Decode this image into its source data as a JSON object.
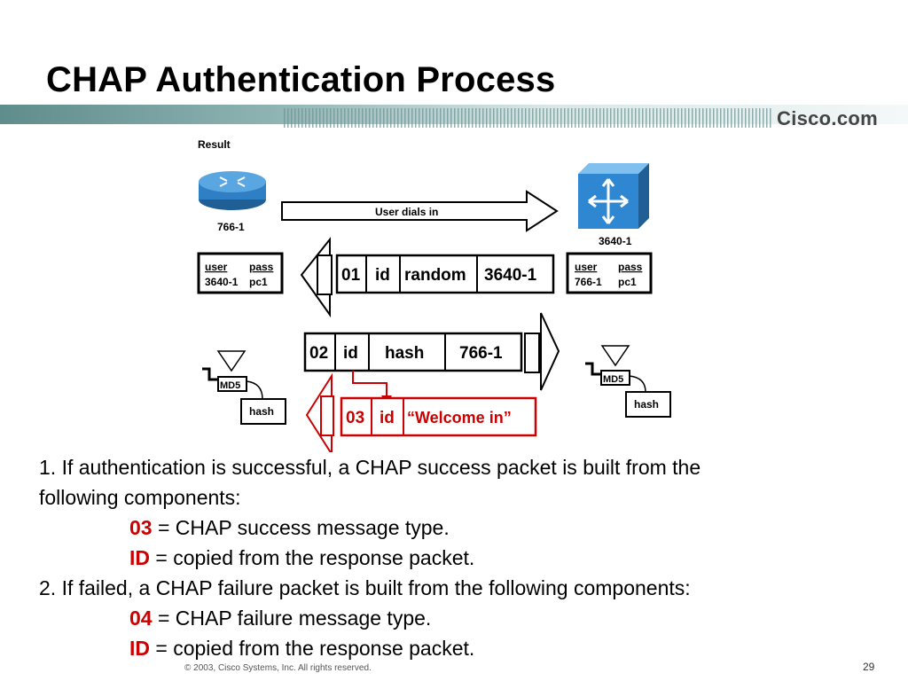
{
  "title": "CHAP Authentication Process",
  "logo": "Cisco.com",
  "diagram": {
    "result_label": "Result",
    "router_left": "766-1",
    "router_right": "3640-1",
    "dial_label": "User dials in",
    "table_left": {
      "h1": "user",
      "h2": "pass",
      "v1": "3640-1",
      "v2": "pc1"
    },
    "table_right": {
      "h1": "user",
      "h2": "pass",
      "v1": "766-1",
      "v2": "pc1"
    },
    "challenge": [
      "01",
      "id",
      "random",
      "3640-1"
    ],
    "response": [
      "02",
      "id",
      "hash",
      "766-1"
    ],
    "success": [
      "03",
      "id",
      "“Welcome in”"
    ],
    "md5": "MD5",
    "hash": "hash"
  },
  "body": {
    "line1": "1. If authentication is successful, a CHAP success packet is built from the",
    "line2": "following components:",
    "item1_code": "03",
    "item1_text": " = CHAP success message type.",
    "item2_code": "ID",
    "item2_text": " = copied from the response packet.",
    "line3": "2. If failed, a CHAP failure packet is built from the following components:",
    "item3_code": "04",
    "item3_text": " = CHAP failure message type.",
    "item4_code": "ID",
    "item4_text": " = copied from the response packet."
  },
  "footer": "© 2003, Cisco Systems, Inc. All rights reserved.",
  "page_number": "29",
  "colors": {
    "accent_red": "#cc0000",
    "band": "#6f9a9a",
    "router_blue": "#2f7fc4"
  }
}
